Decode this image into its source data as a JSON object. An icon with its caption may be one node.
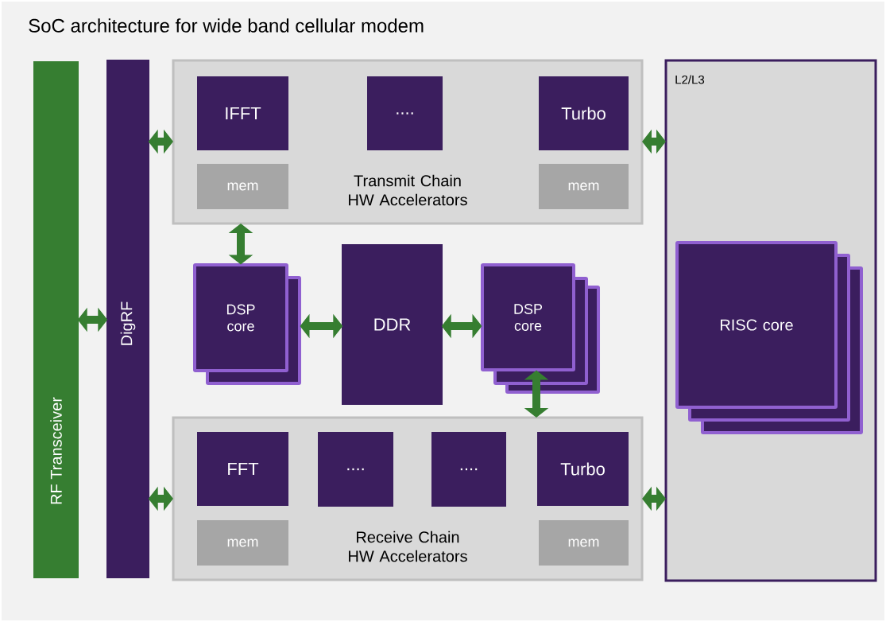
{
  "diagram": {
    "title": "SoC architecture for wide band cellular modem",
    "nodes": [
      {
        "text": [
          "RF Transceiver"
        ]
      },
      {
        "text": [
          "DigRF"
        ]
      },
      {
        "text": [
          "Transmit Chain HW Accelerators"
        ]
      },
      {
        "text": [
          "IFFT"
        ],
        "in": 2
      },
      {
        "text": [
          "...."
        ],
        "in": 2
      },
      {
        "text": [
          "Turbo"
        ],
        "in": 2
      },
      {
        "text": [
          "mem"
        ],
        "in": 2
      },
      {
        "text": [
          "mem"
        ],
        "in": 2
      },
      {
        "text": [
          "L2/L3"
        ]
      },
      {
        "text": [
          "DSP core"
        ]
      },
      {
        "text": [
          "DDR"
        ]
      },
      {
        "text": [
          "DSP core"
        ]
      },
      {
        "text": [
          "RISC core"
        ],
        "in": 8
      },
      {
        "text": [
          "Receive Chain HW Accelerators"
        ]
      },
      {
        "text": [
          "FFT"
        ],
        "in": 13
      },
      {
        "text": [
          "...."
        ],
        "in": 13
      },
      {
        "text": [
          "...."
        ],
        "in": 13
      },
      {
        "text": [
          "Turbo"
        ],
        "in": 13
      },
      {
        "text": [
          "mem"
        ],
        "in": 13
      },
      {
        "text": [
          "mem"
        ],
        "in": 13
      }
    ],
    "edges": [
      {
        "from": 0,
        "to": 1,
        "arrow": "both"
      },
      {
        "from": 1,
        "to": 2,
        "arrow": "both"
      },
      {
        "from": 1,
        "to": 13,
        "arrow": "both"
      },
      {
        "from": 2,
        "to": 8,
        "arrow": "both"
      },
      {
        "from": 13,
        "to": 8,
        "arrow": "both"
      },
      {
        "from": 2,
        "to": 9,
        "arrow": "both"
      },
      {
        "from": 9,
        "to": 10,
        "arrow": "both"
      },
      {
        "from": 10,
        "to": 11,
        "arrow": "both"
      },
      {
        "from": 11,
        "to": 13,
        "arrow": "both"
      }
    ]
  }
}
